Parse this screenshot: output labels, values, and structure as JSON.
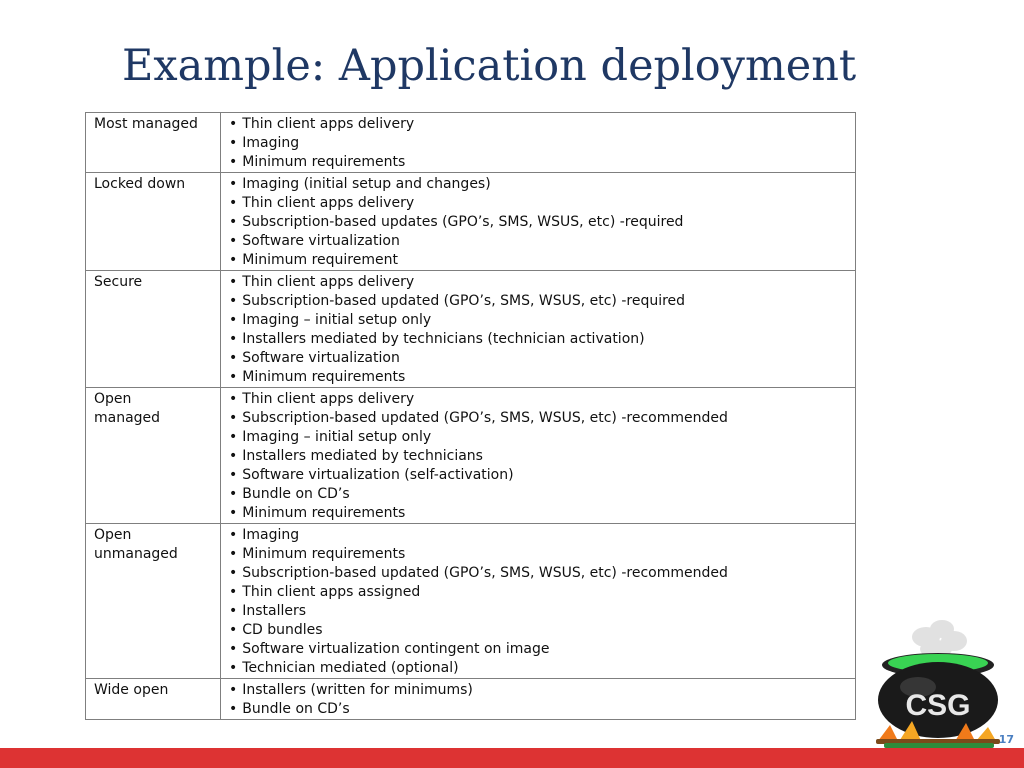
{
  "slide": {
    "title": "Example:  Application deployment",
    "page_number": "17"
  },
  "logo": {
    "text": "CSG"
  },
  "table": {
    "rows": [
      {
        "level": "Most managed",
        "items": [
          "Thin client apps delivery",
          "Imaging",
          "Minimum requirements"
        ]
      },
      {
        "level": "Locked down",
        "items": [
          "Imaging (initial setup and changes)",
          "Thin client apps delivery",
          "Subscription-based updates (GPO’s, SMS, WSUS, etc) -required",
          "Software virtualization",
          "Minimum requirement"
        ]
      },
      {
        "level": "Secure",
        "items": [
          "Thin client apps delivery",
          "Subscription-based updated (GPO’s, SMS, WSUS, etc) -required",
          "Imaging – initial setup only",
          "Installers mediated by technicians (technician activation)",
          "Software virtualization",
          "Minimum requirements"
        ]
      },
      {
        "level": "Open\nmanaged",
        "items": [
          "Thin client apps delivery",
          "Subscription-based updated (GPO’s, SMS, WSUS, etc) -recommended",
          "Imaging – initial setup only",
          "Installers mediated by technicians",
          "Software virtualization (self-activation)",
          "Bundle on CD’s",
          "Minimum requirements"
        ]
      },
      {
        "level": "Open\nunmanaged",
        "items": [
          "Imaging",
          "Minimum requirements",
          "Subscription-based updated (GPO’s, SMS, WSUS, etc) -recommended",
          "Thin client  apps assigned",
          "Installers",
          "CD bundles",
          "Software virtualization contingent on image",
          "Technician mediated (optional)"
        ]
      },
      {
        "level": "Wide open",
        "items": [
          "Installers (written for minimums)",
          "Bundle on CD’s"
        ]
      }
    ]
  },
  "colors": {
    "title": "#1f3864",
    "footer_bar": "#dd3333",
    "cauldron_liquid": "#39d353",
    "cauldron_body": "#1a1a1a",
    "fire": "#f07a1a",
    "page_number": "#4a7fc1"
  }
}
